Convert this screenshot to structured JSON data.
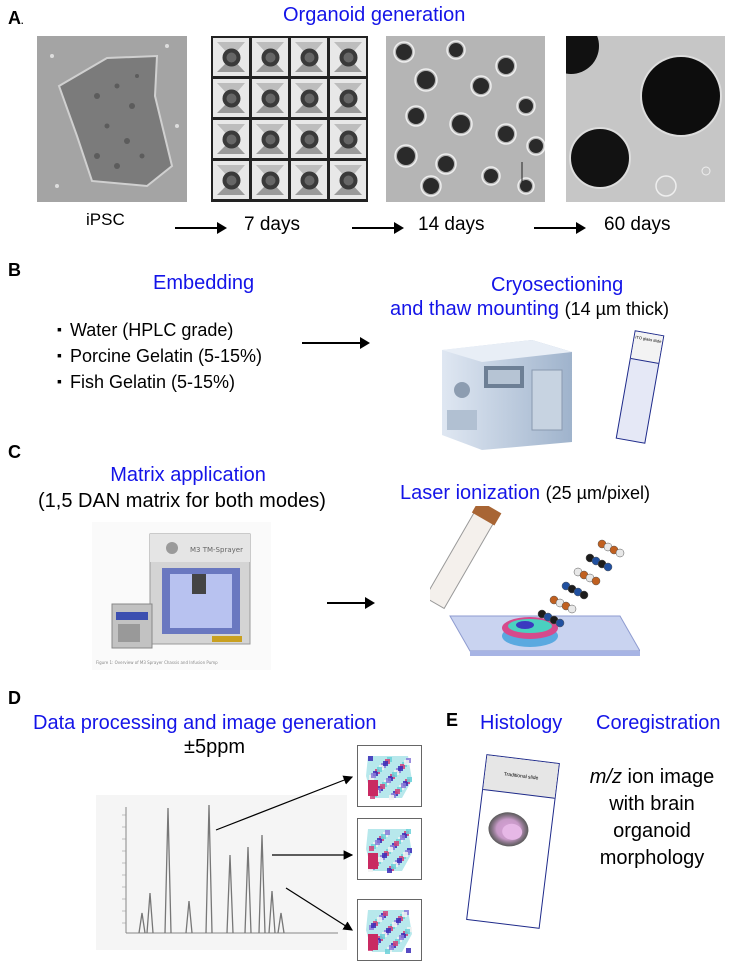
{
  "panelA": {
    "letter": "A",
    "title": "Organoid generation",
    "stages": [
      "iPSC",
      "7 days",
      "14 days",
      "60 days"
    ]
  },
  "panelB": {
    "letter": "B",
    "embedding_title": "Embedding",
    "items": [
      "Water (HPLC grade)",
      "Porcine Gelatin (5-15%)",
      "Fish Gelatin (5-15%)"
    ],
    "cryo_title_1": "Cryosectioning",
    "cryo_title_2": "and thaw mounting",
    "cryo_note": "(14 µm thick)",
    "slide_label": "ITO glass slide"
  },
  "panelC": {
    "letter": "C",
    "matrix_title": "Matrix application",
    "matrix_note": "(1,5 DAN matrix for both modes)",
    "laser_title": "Laser ionization",
    "laser_note": "(25 µm/pixel)",
    "photo_caption": "Figure 1: Overview of M3 Sprayer Chassis and Infusion Pump",
    "device_label": "M3 TM-Sprayer"
  },
  "panelD": {
    "letter": "D",
    "title": "Data processing and image generation",
    "note": "±5ppm"
  },
  "panelE": {
    "letter": "E",
    "histology": "Histology",
    "coregistration": "Coregistration",
    "mz": "m/z",
    "desc_1": " ion image",
    "desc_2": "with brain",
    "desc_3": "organoid",
    "desc_4": "morphology",
    "slide_label": "Traditional slide"
  },
  "colors": {
    "title_blue": "#1414e8"
  }
}
